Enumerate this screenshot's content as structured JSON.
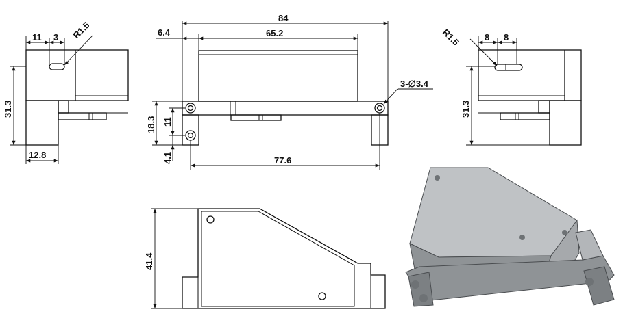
{
  "front_left_view": {
    "dimensions": [
      "11",
      "3",
      "R1.5",
      "31.3",
      "12.8"
    ]
  },
  "top_view": {
    "dimensions": [
      "84",
      "6.4",
      "65.2",
      "18.3",
      "11",
      "4.1",
      "77.6",
      "3-∅3.4"
    ]
  },
  "right_view": {
    "dimensions": [
      "R1.5",
      "8",
      "8",
      "31.3"
    ]
  },
  "front_view": {
    "dimensions": [
      "41.4"
    ]
  },
  "iso_view": {
    "colors": {
      "top": "#bfc2c5",
      "front": "#8f9396",
      "side": "#a6a9ac",
      "dark": "#6e7275",
      "edge": "#4a4d50"
    }
  }
}
